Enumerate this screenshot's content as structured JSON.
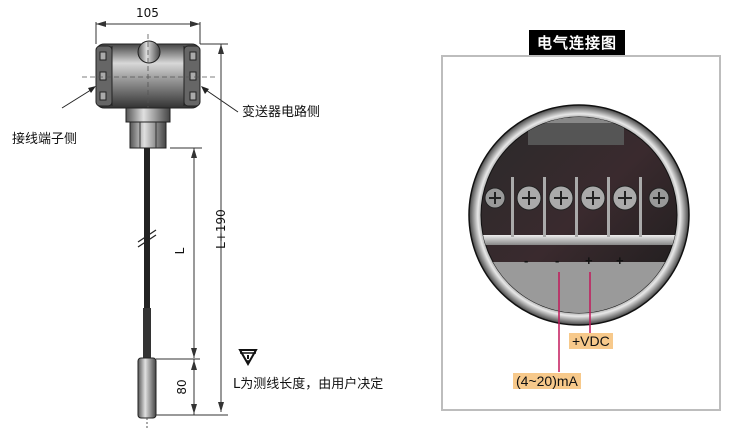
{
  "left_drawing": {
    "dimensions": {
      "width_top": "105",
      "total_length": "L+190",
      "cable_length": "L",
      "probe_length": "80"
    },
    "labels": {
      "terminal_side": "接线端子侧",
      "electronics_side": "变送器电路侧",
      "note": "L为测线长度，由用户决定"
    },
    "note_icon": "warning-triangle-icon"
  },
  "right_panel": {
    "title": "电气连接图",
    "terminal_signs": [
      "-",
      "-",
      "+",
      "+"
    ],
    "tags": {
      "vdc": "+VDC",
      "current": "(4~20)mA"
    },
    "colors": {
      "wire": "#c2185b",
      "tag_bg": "#f7c98b",
      "title_bg": "#000000",
      "panel_border": "#bdbdbd"
    }
  }
}
